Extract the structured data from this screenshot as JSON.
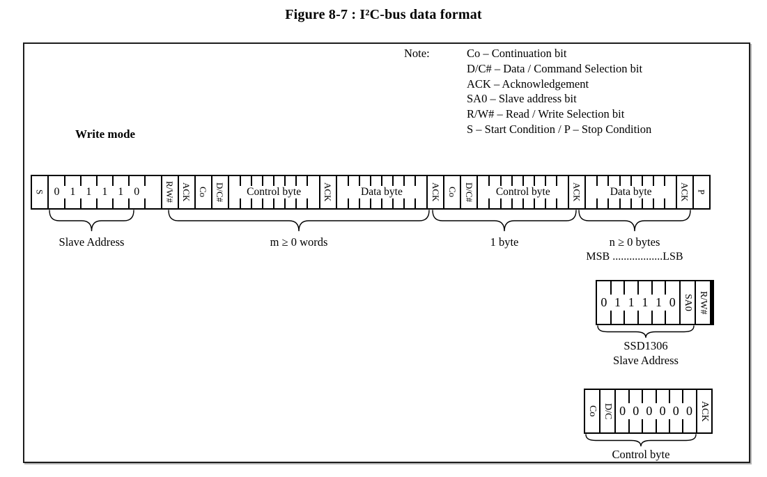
{
  "figure": {
    "title": "Figure 8-7 : I²C-bus data format",
    "note_label": "Note:",
    "notes": [
      "Co – Continuation bit",
      "D/C# – Data / Command Selection bit",
      "ACK – Acknowledgement",
      "SA0 – Slave address bit",
      "R/W# – Read / Write Selection bit",
      "S – Start Condition / P – Stop Condition"
    ],
    "mode_label": "Write mode",
    "main_row": {
      "segments": [
        {
          "kind": "flag",
          "label": "S"
        },
        {
          "kind": "bits",
          "cells": [
            "0",
            "1",
            "1",
            "1",
            "1",
            "0",
            ""
          ]
        },
        {
          "kind": "flag",
          "label": "R/W#"
        },
        {
          "kind": "flag",
          "label": "ACK"
        },
        {
          "kind": "flag",
          "label": "Co"
        },
        {
          "kind": "flag",
          "label": "D/C#"
        },
        {
          "kind": "byte",
          "label": "Control byte",
          "cells": 8
        },
        {
          "kind": "flag",
          "label": "ACK"
        },
        {
          "kind": "byte",
          "label": "Data byte",
          "cells": 8
        },
        {
          "kind": "flag",
          "label": "ACK"
        },
        {
          "kind": "flag",
          "label": "Co"
        },
        {
          "kind": "flag",
          "label": "D/C#"
        },
        {
          "kind": "byte",
          "label": "Control byte",
          "cells": 8
        },
        {
          "kind": "flag",
          "label": "ACK"
        },
        {
          "kind": "byte",
          "label": "Data byte",
          "cells": 8
        },
        {
          "kind": "flag",
          "label": "ACK"
        },
        {
          "kind": "flag",
          "label": "P"
        }
      ]
    },
    "braces": [
      {
        "label": "Slave Address"
      },
      {
        "label": "m ≥ 0 words"
      },
      {
        "label": "1 byte"
      },
      {
        "label": "n ≥ 0 bytes",
        "sub": "MSB ..................LSB"
      }
    ],
    "slave_box": {
      "segments": [
        {
          "kind": "bits",
          "cells": [
            "0",
            "1",
            "1",
            "1",
            "1",
            "0"
          ]
        },
        {
          "kind": "flag",
          "label": "SA0"
        },
        {
          "kind": "flag",
          "label": "R/W#"
        }
      ],
      "brace_label": "SSD1306",
      "caption": "Slave Address"
    },
    "control_box": {
      "segments": [
        {
          "kind": "flag",
          "label": "Co"
        },
        {
          "kind": "flag",
          "label": "D/C"
        },
        {
          "kind": "bits",
          "cells": [
            "0",
            "0",
            "0",
            "0",
            "0",
            "0"
          ]
        },
        {
          "kind": "flag",
          "label": "ACK"
        }
      ],
      "brace_label": "Control byte"
    }
  }
}
